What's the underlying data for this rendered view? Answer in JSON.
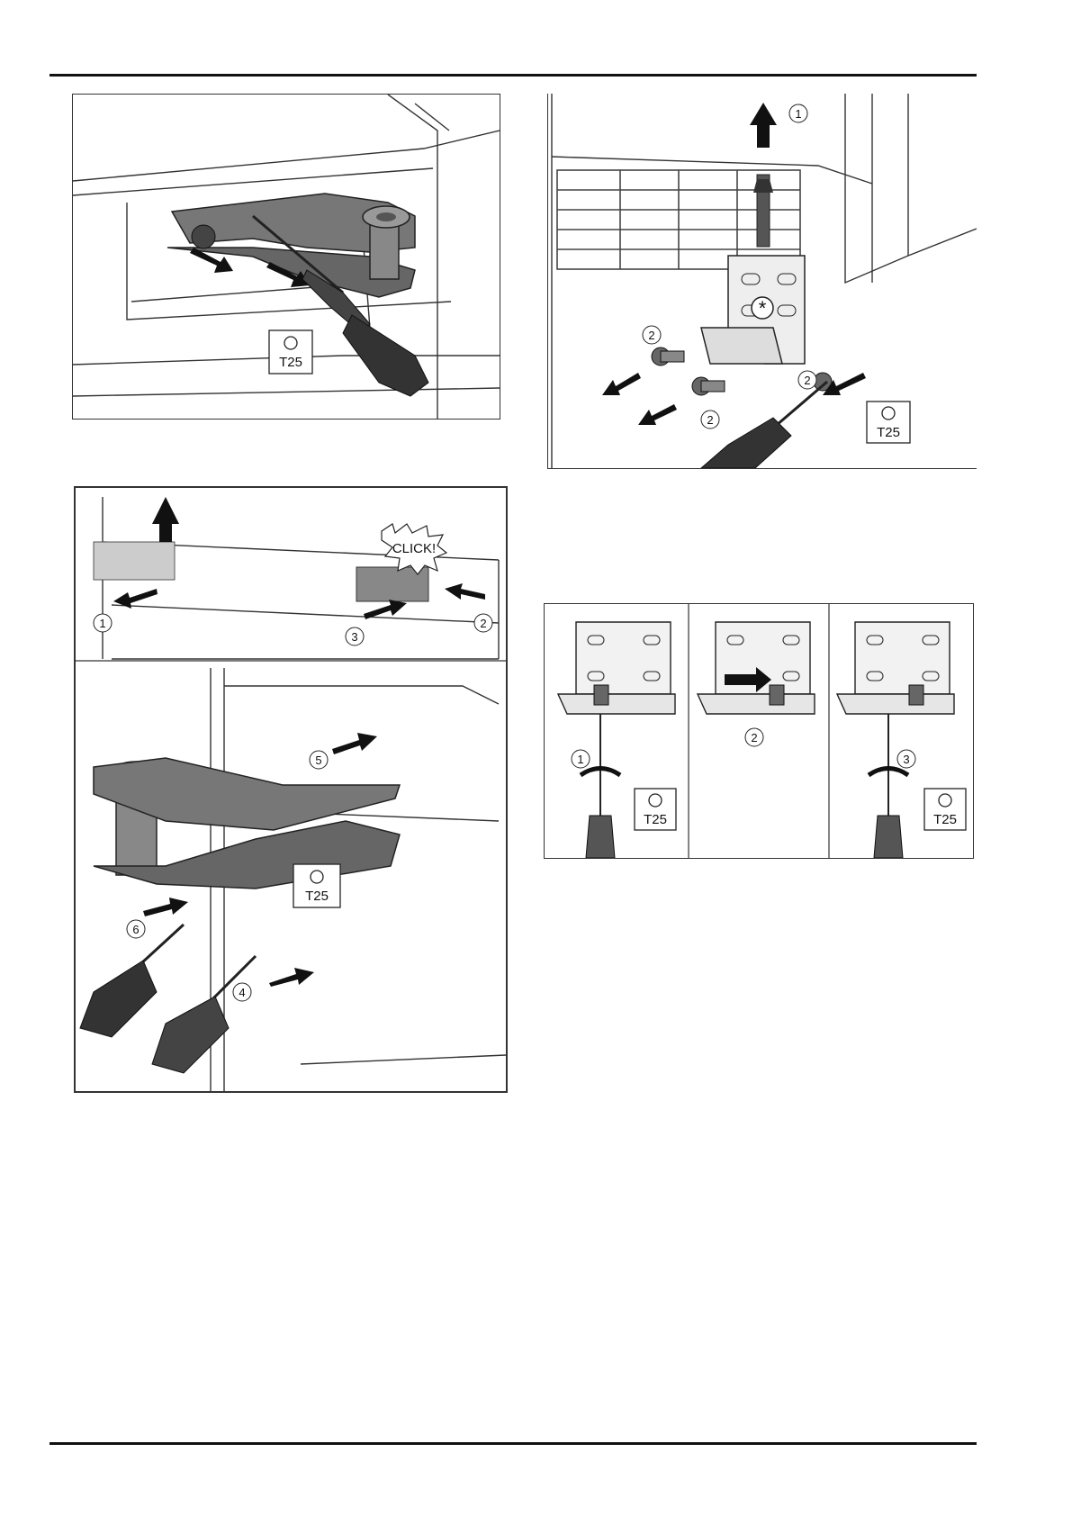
{
  "tool_label": "T25",
  "click_text": "CLICK!",
  "fig2_steps": [
    "1",
    "2",
    "2",
    "2",
    "2"
  ],
  "fig3_steps": [
    "1",
    "2",
    "3",
    "4",
    "5",
    "6"
  ],
  "fig4_steps": [
    "1",
    "2",
    "3"
  ]
}
